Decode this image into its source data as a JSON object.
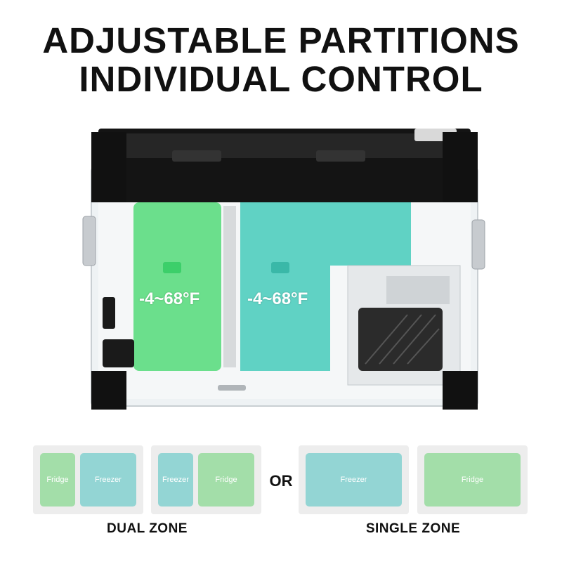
{
  "headline": {
    "line1": "ADJUSTABLE PARTITIONS",
    "line2": "INDIVIDUAL CONTROL"
  },
  "product": {
    "left_zone_temp": "-4~68°F",
    "right_zone_temp": "-4~68°F",
    "fridge_color": "#6fdc8c",
    "freezer_color": "#5ccfc0"
  },
  "diagrams": {
    "config1": {
      "left": "Fridge",
      "right": "Freezer"
    },
    "config2": {
      "left": "Freezer",
      "right": "Fridge"
    },
    "config3": {
      "single": "Freezer"
    },
    "config4": {
      "single": "Fridge"
    },
    "fridge_color": "#a3dea9",
    "freezer_color": "#93d5d4"
  },
  "separator": "OR",
  "captions": {
    "dual": "DUAL ZONE",
    "single": "SINGLE ZONE"
  }
}
